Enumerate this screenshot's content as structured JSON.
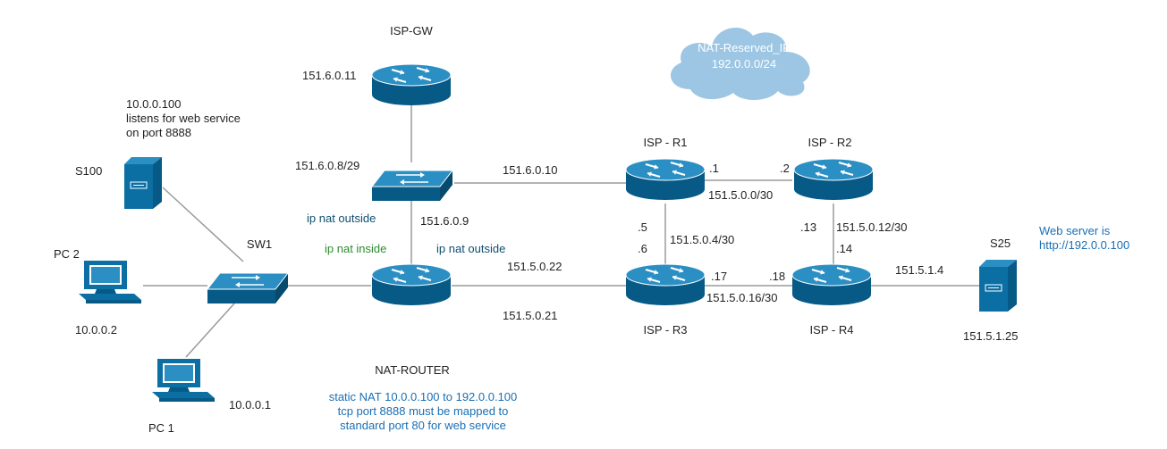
{
  "colors": {
    "device_fill": "#0b6fa4",
    "device_top": "#2b8fc4",
    "device_side": "#075a86",
    "link": "#9a9a9a",
    "cloud": "#9cc6e3",
    "note_blue": "#1a6fb5",
    "nat_inside": "#2e8b2e",
    "nat_outside": "#0f4f6e"
  },
  "nodes": {
    "isp_gw": {
      "name": "ISP-GW",
      "ip": "151.6.0.11",
      "icon": "router-icon"
    },
    "isp_sw": {
      "subnet": "151.6.0.8/29",
      "icon": "switch-icon"
    },
    "nat_router": {
      "name": "NAT-ROUTER",
      "icon": "router-icon"
    },
    "sw1": {
      "name": "SW1",
      "icon": "switch-icon"
    },
    "s100": {
      "name": "S100",
      "icon": "server-icon",
      "note": "10.0.0.100\nlistens for web service\non port 8888"
    },
    "pc2": {
      "name": "PC 2",
      "ip": "10.0.0.2",
      "icon": "pc-icon"
    },
    "pc1": {
      "name": "PC 1",
      "ip": "10.0.0.1",
      "icon": "pc-icon"
    },
    "isp_r1": {
      "name": "ISP - R1",
      "icon": "router-icon"
    },
    "isp_r2": {
      "name": "ISP - R2",
      "icon": "router-icon"
    },
    "isp_r3": {
      "name": "ISP - R3",
      "icon": "router-icon"
    },
    "isp_r4": {
      "name": "ISP - R4",
      "icon": "router-icon"
    },
    "s25": {
      "name": "S25",
      "ip": "151.5.1.25",
      "icon": "server-icon"
    }
  },
  "cloud": {
    "line1": "NAT-Reserved_IP",
    "line2": "192.0.0.0/24"
  },
  "links": {
    "sw_r1_ip": "151.6.0.10",
    "sw_nat_ip": "151.6.0.9",
    "nat_r3_ip1": "151.5.0.22",
    "nat_r3_ip2": "151.5.0.21",
    "r1_r2_subnet": "151.5.0.0/30",
    "r1_if": ".1",
    "r2_if": ".2",
    "r1_r3_subnet": "151.5.0.4/30",
    "r1_down_if": ".5",
    "r3_up_if": ".6",
    "r2_r4_subnet": "151.5.0.12/30",
    "r2_down_if": ".13",
    "r4_up_if": ".14",
    "r3_r4_subnet": "151.5.0.16/30",
    "r3_right_if": ".17",
    "r4_left_if": ".18",
    "r4_s25_ip": "151.5.1.4"
  },
  "nat": {
    "outside_top": "ip nat outside",
    "inside": "ip nat inside",
    "outside_right": "ip nat outside",
    "note": "static NAT 10.0.0.100 to 192.0.0.100\ntcp port 8888 must be mapped to\nstandard port 80 for web service"
  },
  "web_note": "Web server is\nhttp://192.0.0.100"
}
